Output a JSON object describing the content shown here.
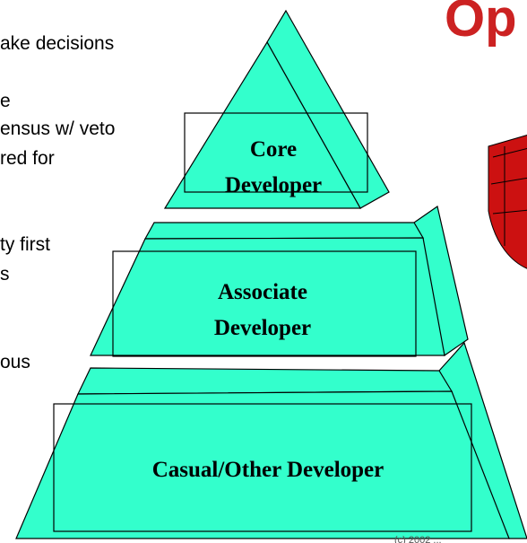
{
  "slide": {
    "title": "Op",
    "bullets": [
      "ake decisions",
      "e",
      "ensus w/ veto",
      "red for",
      "ty first",
      "s",
      "ous"
    ],
    "footer": "(c) 2002 ..."
  },
  "pyramid": {
    "tiers": [
      {
        "label_lines": [
          "Core",
          "Developer"
        ]
      },
      {
        "label_lines": [
          "Associate",
          "Developer"
        ]
      },
      {
        "label_lines": [
          "Casual/Other Developer"
        ]
      }
    ]
  },
  "colors": {
    "tier_fill": "#33FFCC",
    "outline": "#000000",
    "title": "#CC2222",
    "shield": "#CC1111"
  }
}
